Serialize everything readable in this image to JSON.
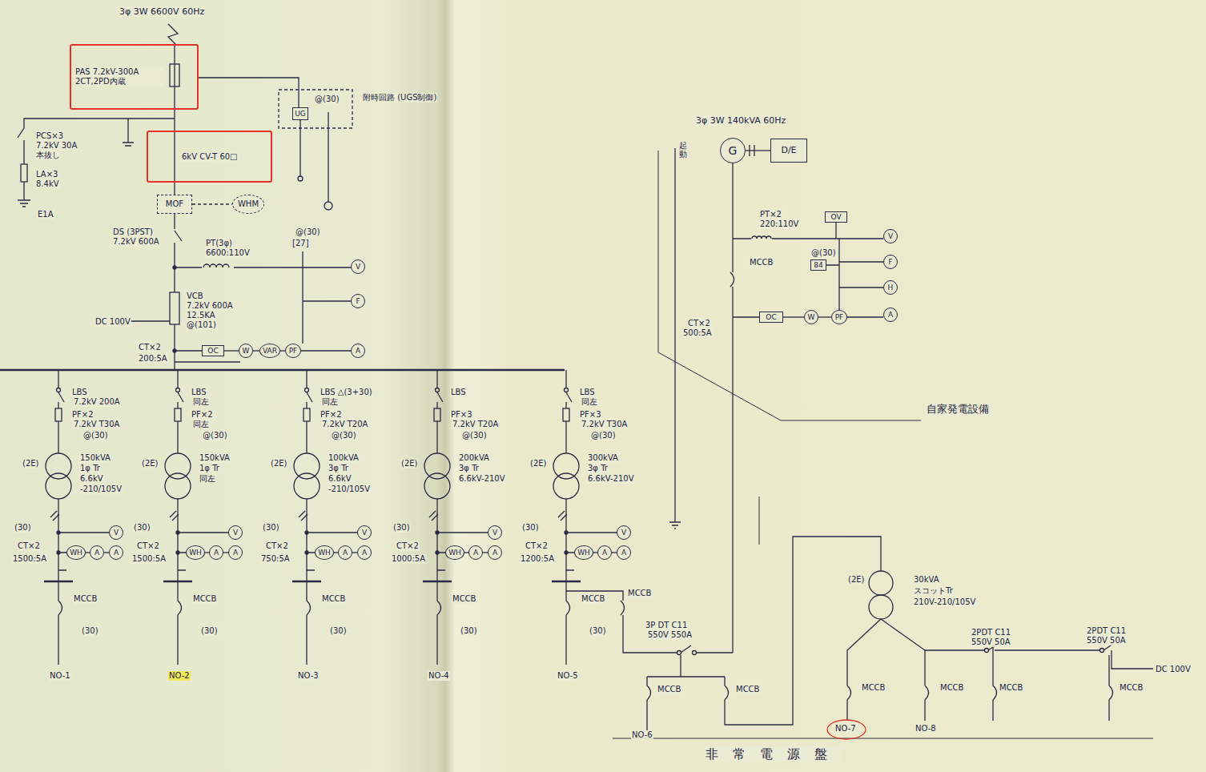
{
  "diagram": {
    "nodes": [
      {
        "text": [
          "PAS 7.2kV-300A 2CT,2PD内蔵"
        ]
      },
      {
        "text": [
          "UG"
        ]
      },
      {
        "text": [
          "6kV CV-T 60□"
        ]
      },
      {
        "text": [
          "MOF"
        ]
      },
      {
        "text": [
          "WHM"
        ]
      },
      {
        "text": [
          "V"
        ]
      },
      {
        "text": [
          "F"
        ]
      },
      {
        "text": [
          "OC"
        ]
      },
      {
        "text": [
          "W"
        ]
      },
      {
        "text": [
          "VAR"
        ]
      },
      {
        "text": [
          "PF"
        ]
      },
      {
        "text": [
          "A"
        ]
      },
      {
        "text": [
          "V"
        ]
      },
      {
        "text": [
          "WH"
        ]
      },
      {
        "text": [
          "A"
        ]
      },
      {
        "text": [
          "A"
        ]
      },
      {
        "text": [
          "V"
        ]
      },
      {
        "text": [
          "WH"
        ]
      },
      {
        "text": [
          "A"
        ]
      },
      {
        "text": [
          "A"
        ]
      },
      {
        "text": [
          "V"
        ]
      },
      {
        "text": [
          "WH"
        ]
      },
      {
        "text": [
          "A"
        ]
      },
      {
        "text": [
          "A"
        ]
      },
      {
        "text": [
          "V"
        ]
      },
      {
        "text": [
          "WH"
        ]
      },
      {
        "text": [
          "A"
        ]
      },
      {
        "text": [
          "A"
        ]
      },
      {
        "text": [
          "V"
        ]
      },
      {
        "text": [
          "WH"
        ]
      },
      {
        "text": [
          "A"
        ]
      },
      {
        "text": [
          "A"
        ]
      },
      {
        "text": [
          "G"
        ]
      },
      {
        "text": [
          "D/E"
        ]
      },
      {
        "text": [
          "OV"
        ]
      },
      {
        "text": [
          "V"
        ]
      },
      {
        "text": [
          "84"
        ]
      },
      {
        "text": [
          "F"
        ]
      },
      {
        "text": [
          "H"
        ]
      },
      {
        "text": [
          "OC"
        ]
      },
      {
        "text": [
          "W"
        ]
      },
      {
        "text": [
          "PF"
        ]
      },
      {
        "text": [
          "A"
        ]
      }
    ],
    "edges": [
      {
        "from": 0,
        "to": 2,
        "arrow": "none"
      },
      {
        "from": 2,
        "to": 3,
        "arrow": "none"
      },
      {
        "from": 3,
        "to": 4,
        "arrow": "none"
      },
      {
        "from": 7,
        "to": 8,
        "arrow": "none"
      },
      {
        "from": 8,
        "to": 9,
        "arrow": "none"
      },
      {
        "from": 9,
        "to": 10,
        "arrow": "none"
      },
      {
        "from": 10,
        "to": 11,
        "arrow": "none"
      },
      {
        "from": 13,
        "to": 14,
        "arrow": "none"
      },
      {
        "from": 14,
        "to": 15,
        "arrow": "none"
      },
      {
        "from": 17,
        "to": 18,
        "arrow": "none"
      },
      {
        "from": 18,
        "to": 19,
        "arrow": "none"
      },
      {
        "from": 21,
        "to": 22,
        "arrow": "none"
      },
      {
        "from": 22,
        "to": 23,
        "arrow": "none"
      },
      {
        "from": 25,
        "to": 26,
        "arrow": "none"
      },
      {
        "from": 26,
        "to": 27,
        "arrow": "none"
      },
      {
        "from": 29,
        "to": 30,
        "arrow": "none"
      },
      {
        "from": 30,
        "to": 31,
        "arrow": "none"
      },
      {
        "from": 32,
        "to": 33,
        "arrow": "none"
      },
      {
        "from": 39,
        "to": 40,
        "arrow": "none"
      },
      {
        "from": 40,
        "to": 41,
        "arrow": "none"
      },
      {
        "from": 41,
        "to": 42,
        "arrow": "none"
      }
    ],
    "labels": [
      "3φ 3W 6600V 60Hz",
      "PCS×3",
      "7.2kV 30A",
      "本抜し",
      "LA×3",
      "8.4kV",
      "E1A",
      "@(30)",
      "附時回路 (UGS制御)",
      "DS (3PST)",
      "7.2kV 600A",
      "@(30)",
      "[27]",
      "PT(3φ)",
      "6600:110V",
      "VCB",
      "7.2kV 600A",
      "12.5KA",
      "@(101)",
      "DC 100V",
      "CT×2",
      "200:5A",
      "LBS",
      "7.2kV 200A",
      "PF×2",
      "7.2kV T30A",
      "@(30)",
      "150kVA",
      "1φ Tr",
      "6.6kV",
      "-210/105V",
      "(2E)",
      "(30)",
      "CT×2",
      "1500:5A",
      "MCCB",
      "(30)",
      "NO-1",
      "LBS",
      "同左",
      "PF×2",
      "同左",
      "@(30)",
      "150kVA",
      "1φ Tr",
      "同左",
      "(2E)",
      "(30)",
      "CT×2",
      "1500:5A",
      "MCCB",
      "(30)",
      "NO-2",
      "LBS △(3+30)",
      "同左",
      "PF×2",
      "7.2kV T20A",
      "@(30)",
      "100kVA",
      "3φ Tr",
      "6.6kV",
      "-210/105V",
      "(2E)",
      "(30)",
      "CT×2",
      "750:5A",
      "MCCB",
      "(30)",
      "NO-3",
      "LBS",
      "PF×3",
      "7.2kV T20A",
      "@(30)",
      "200kVA",
      "3φ Tr",
      "6.6kV-210V",
      "(2E)",
      "(30)",
      "CT×2",
      "1000:5A",
      "MCCB",
      "(30)",
      "NO-4",
      "LBS",
      "同左",
      "PF×3",
      "7.2kV T30A",
      "@(30)",
      "300kVA",
      "3φ Tr",
      "6.6kV-210V",
      "(2E)",
      "(30)",
      "CT×2",
      "1200:5A",
      "MCCB",
      "(30)",
      "NO-5",
      "3φ 3W 140kVA 60Hz",
      "起動",
      "PT×2",
      "220:110V",
      "@(30)",
      "MCCB",
      "CT×2",
      "500:5A",
      "自家発電設備",
      "MCCB",
      "3P DT C11",
      "550V 550A",
      "NO-6",
      "MCCB",
      "MCCB",
      "30kVA",
      "スコットTr",
      "210V-210/105V",
      "(2E)",
      "MCCB",
      "MCCB",
      "MCCB",
      "MCCB",
      "NO-7",
      "NO-8",
      "2PDT C11",
      "550V 50A",
      "2PDT C11",
      "550V 50A",
      "DC 100V",
      "非常電源盤"
    ]
  }
}
